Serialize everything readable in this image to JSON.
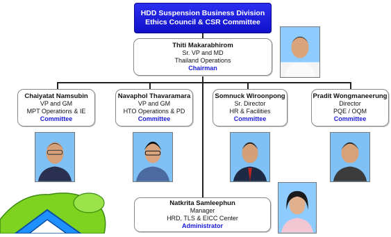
{
  "header": {
    "line1": "HDD Suspension Business Division",
    "line2": "Ethics Council & CSR Committee"
  },
  "chairman": {
    "name": "Thiti Makarabhirom",
    "title": "Sr. VP and MD",
    "dept": "Thailand Operations",
    "role": "Chairman"
  },
  "members": [
    {
      "name": "Chaiyatat Namsubin",
      "title": "VP and GM",
      "dept": "MPT Operations & IE",
      "role": "Committee"
    },
    {
      "name": "Navaphol Thavaramara",
      "title": "VP and GM",
      "dept": "HTO Operations & PD",
      "role": "Committee"
    },
    {
      "name": "Somnuck Wiroonpong",
      "title": "Sr. Director",
      "dept": "HR & Facilities",
      "role": "Committee"
    },
    {
      "name": "Pradit Wongmaneerung",
      "title": "Director",
      "dept": "PQE / OQM",
      "role": "Committee"
    }
  ],
  "administrator": {
    "name": "Natkrita Samleephun",
    "title": "Manager",
    "dept": "HRD, TLS & EICC Center",
    "role": "Administrator"
  },
  "colors": {
    "header_bg": "#1a1ae0",
    "role_text": "#1a1ad8",
    "logo_green": "#7ed321",
    "logo_blue": "#1e90ff"
  }
}
